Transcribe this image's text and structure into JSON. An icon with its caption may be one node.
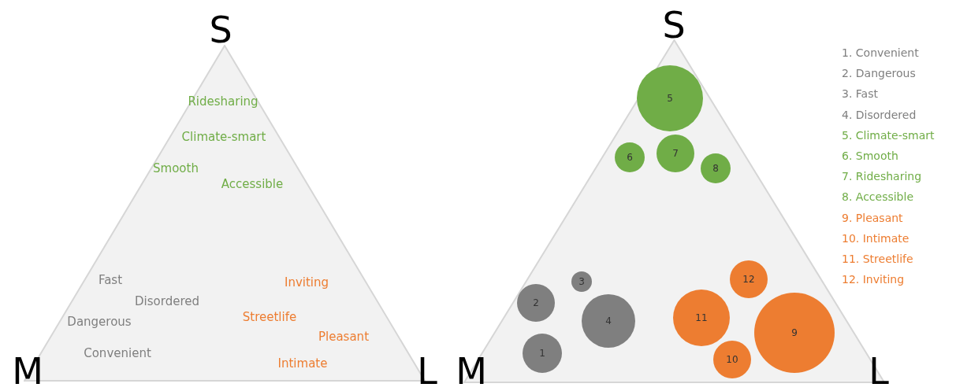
{
  "diagram": {
    "nodes": [
      {
        "text": [
          "Ridesharing",
          "Climate-smart",
          "Smooth",
          "Accessible",
          "Fast",
          "Inviting",
          "Disordered",
          "Dangerous",
          "Streetlife",
          "Pleasant",
          "Convenient",
          "Intimate"
        ]
      },
      {
        "text": [],
        "shape": "triangle"
      },
      {
        "text": [
          "5"
        ],
        "in": 1
      },
      {
        "text": [
          "6"
        ],
        "in": 1
      },
      {
        "text": [
          "7"
        ],
        "in": 1
      },
      {
        "text": [
          "8"
        ],
        "in": 1
      },
      {
        "text": [
          "12"
        ],
        "in": 1
      },
      {
        "text": [
          "3"
        ],
        "in": 1
      },
      {
        "text": [
          "2"
        ],
        "in": 1
      },
      {
        "text": [
          "4"
        ],
        "in": 1
      },
      {
        "text": [
          "11"
        ],
        "in": 1
      },
      {
        "text": [
          "1"
        ],
        "in": 1
      },
      {
        "text": [
          "10"
        ],
        "in": 1
      },
      {
        "text": [
          "9"
        ],
        "in": 1
      }
    ],
    "labels": [
      "S",
      "S",
      "1. Convenient",
      "2. Dangerous",
      "3. Fast",
      "4. Disordered",
      "5. Climate-smart",
      "6. Smooth",
      "7. Ridesharing",
      "8. Accessible",
      "9. Pleasant",
      "10. Intimate",
      "11. Streetlife",
      "12. Inviting",
      "M",
      "L",
      "M",
      "L"
    ]
  }
}
